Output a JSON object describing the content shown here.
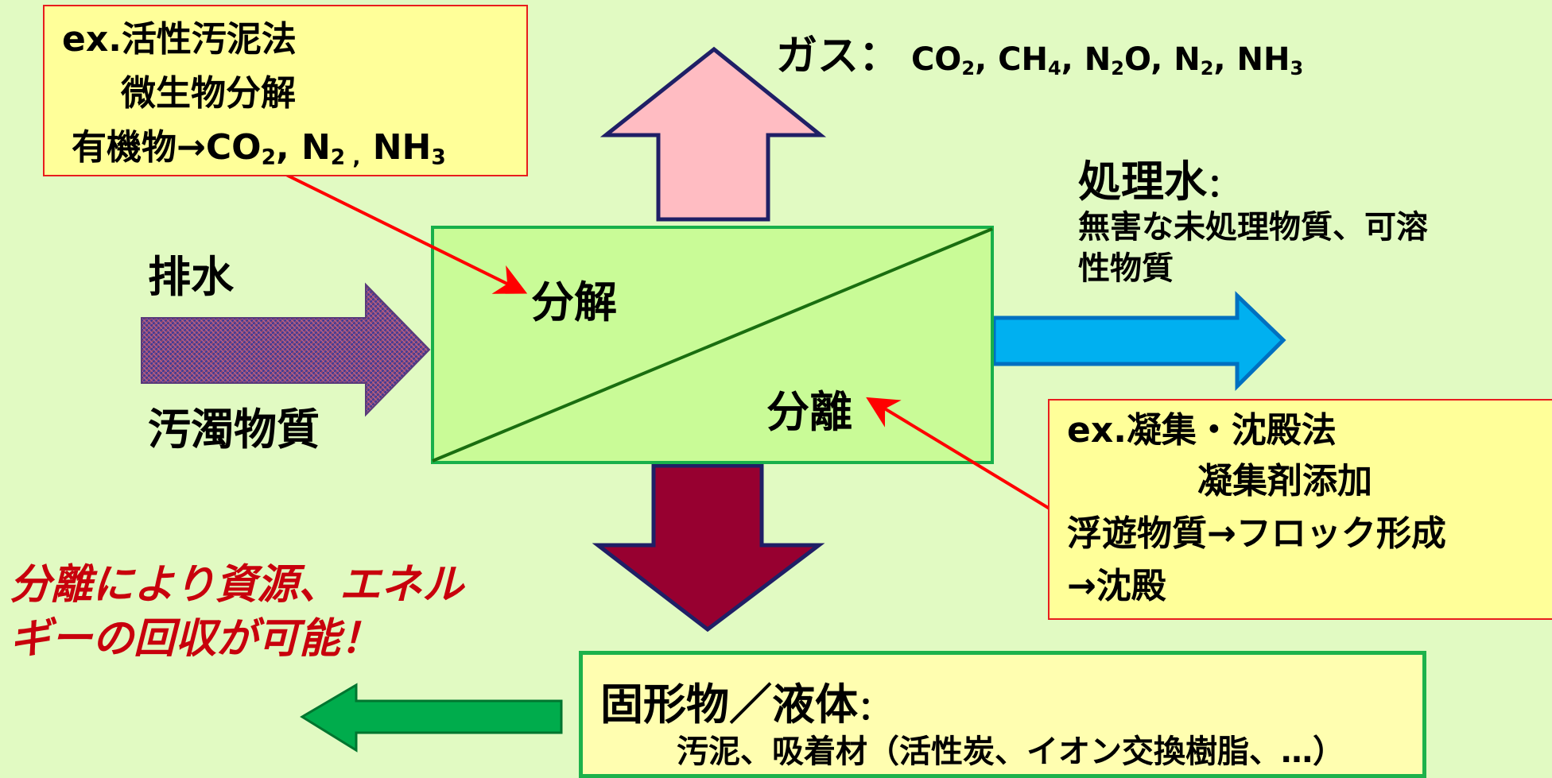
{
  "colors": {
    "background": "#e1fac2",
    "process_box_fill": "#c9fb97",
    "process_box_border": "#18b04a",
    "gas_arrow": "#ffbcc2",
    "water_arrow": "#00b0f0",
    "solids_arrow": "#970030",
    "recovery_arrow": "#00ac4c",
    "pointer": "#ff0000",
    "highlight_text": "#c8000c",
    "note_fill": "#ffff99"
  },
  "top_note": {
    "line1": "ex.活性汚泥法",
    "line2": "微生物分解",
    "line3_prefix": "有機物→CO",
    "line3_sub1": "2",
    "line3_mid": ", N",
    "line3_sub2": "2 ,",
    "line3_mid2": " NH",
    "line3_sub3": "3"
  },
  "gas": {
    "label": "ガス：",
    "parts": [
      "CO",
      "2",
      ", CH",
      "4",
      ", N",
      "2",
      "O, N",
      "2",
      ", NH",
      "3"
    ]
  },
  "input": {
    "label_top": "排水",
    "label_bottom": "汚濁物質"
  },
  "process": {
    "decompose": "分解",
    "separate": "分離"
  },
  "treated_water": {
    "title": "処理水",
    "colon": "：",
    "desc_line1": "無害な未処理物質、可溶",
    "desc_line2": "性物質"
  },
  "bottom_note": {
    "line1": "ex.凝集・沈殿法",
    "line2": "凝集剤添加",
    "line3": "浮遊物質→フロック形成",
    "line4": "→沈殿"
  },
  "recovery": {
    "line1": "分離により資源、エネル",
    "line2": "ギーの回収が可能！"
  },
  "solids": {
    "title": "固形物／液体",
    "colon": "：",
    "items": "汚泥、吸着材（活性炭、イオン交換樹脂、…）"
  }
}
